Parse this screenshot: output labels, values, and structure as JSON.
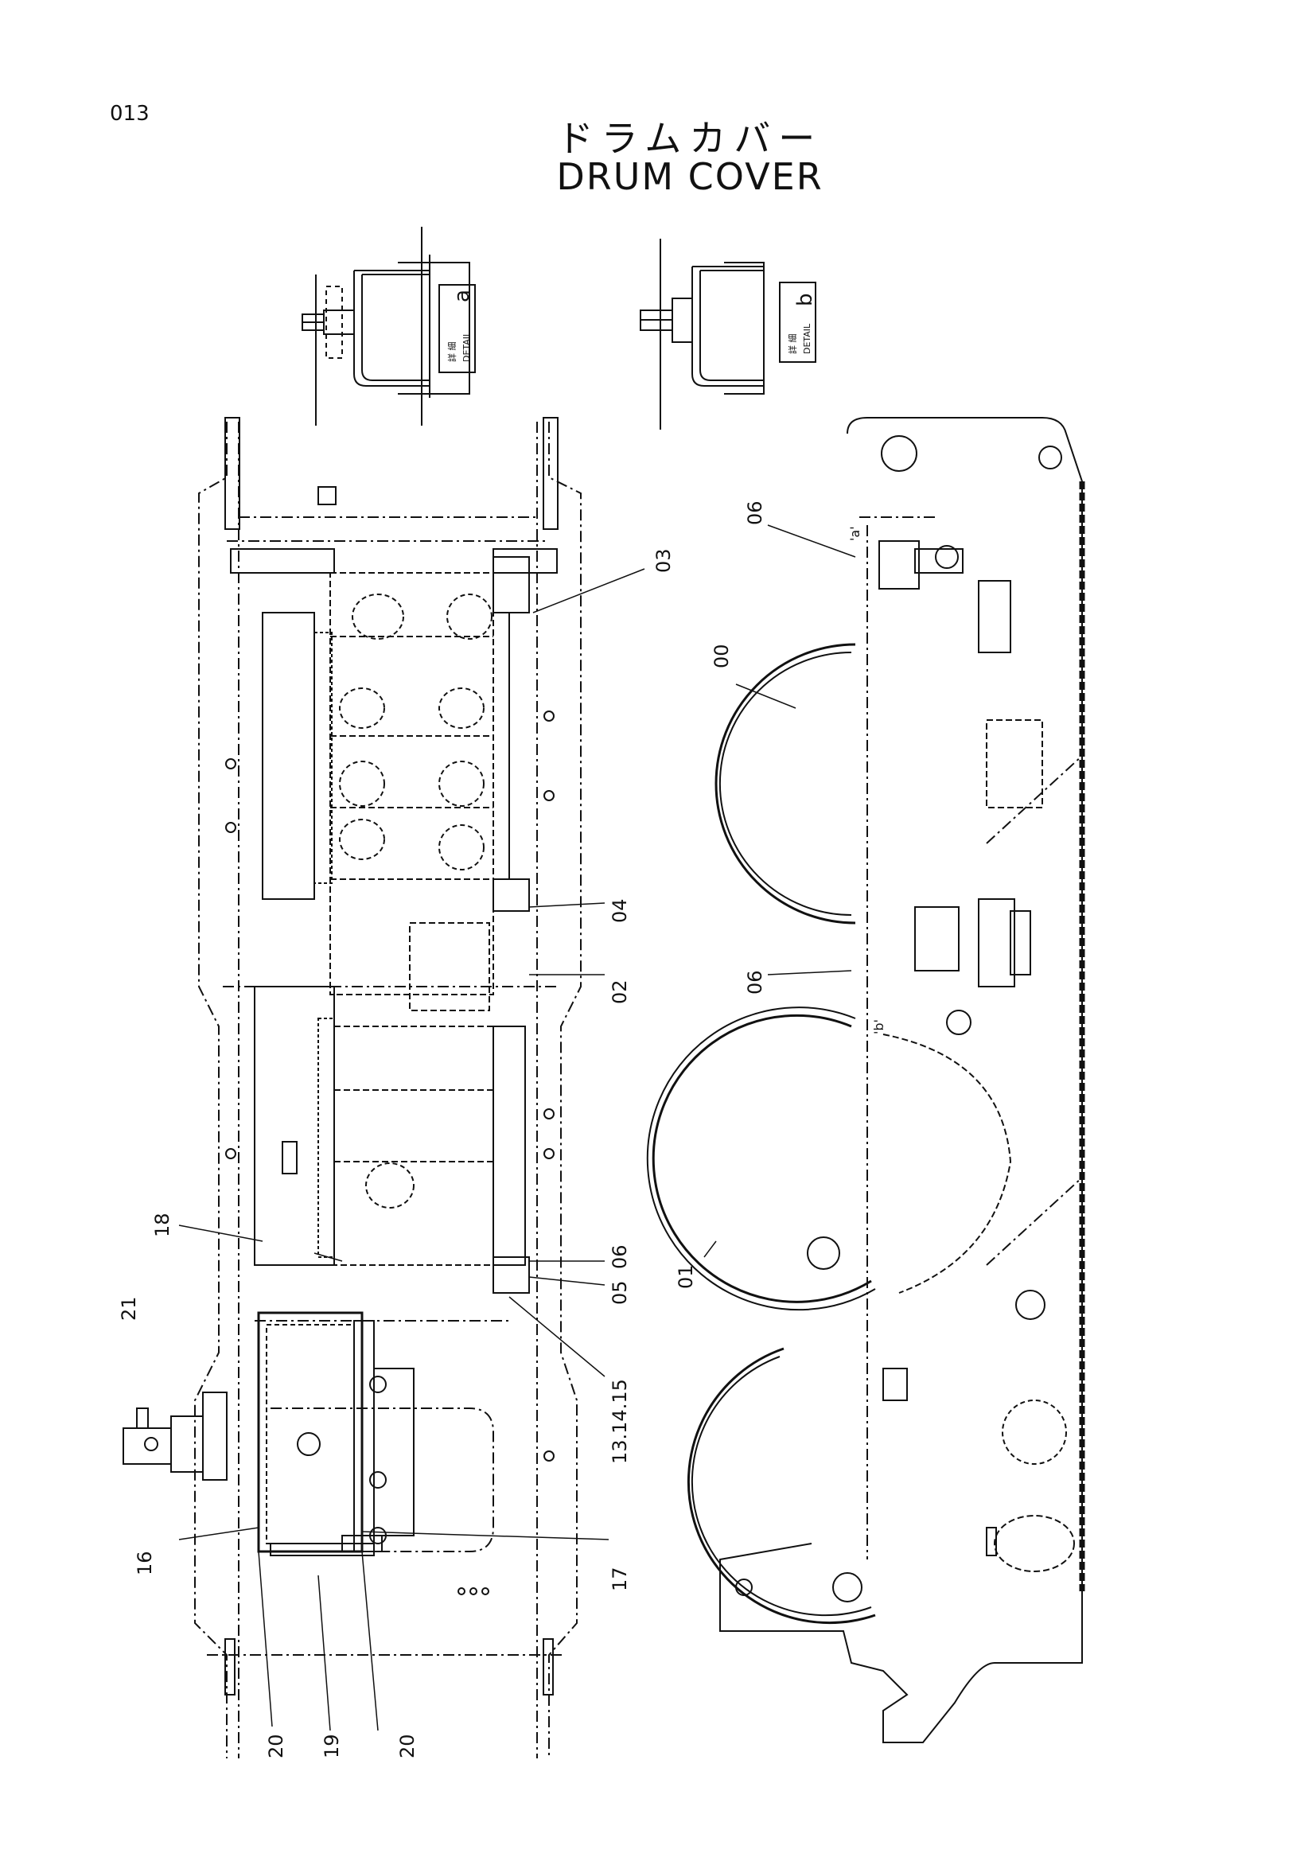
{
  "page_number": "013",
  "title_jp": "ドラムカバー",
  "title_en": "DRUM COVER",
  "details": [
    {
      "letter": "a",
      "word": "DETAIL",
      "jp": "詳 細"
    },
    {
      "letter": "b",
      "word": "DETAIL",
      "jp": "詳 細"
    }
  ],
  "callouts": {
    "c03": "03",
    "c04": "04",
    "c02": "02",
    "c06_left": "06",
    "c05": "05",
    "c18": "18",
    "c21": "21",
    "c13": "13.14.15",
    "c16": "16",
    "c17": "17",
    "c20_left": "20",
    "c19": "19",
    "c20_right": "20",
    "c06_top": "06",
    "c00": "00",
    "c06_mid": "06",
    "c01": "01"
  },
  "view_marks": {
    "a": "'a'",
    "b": "'b'"
  }
}
